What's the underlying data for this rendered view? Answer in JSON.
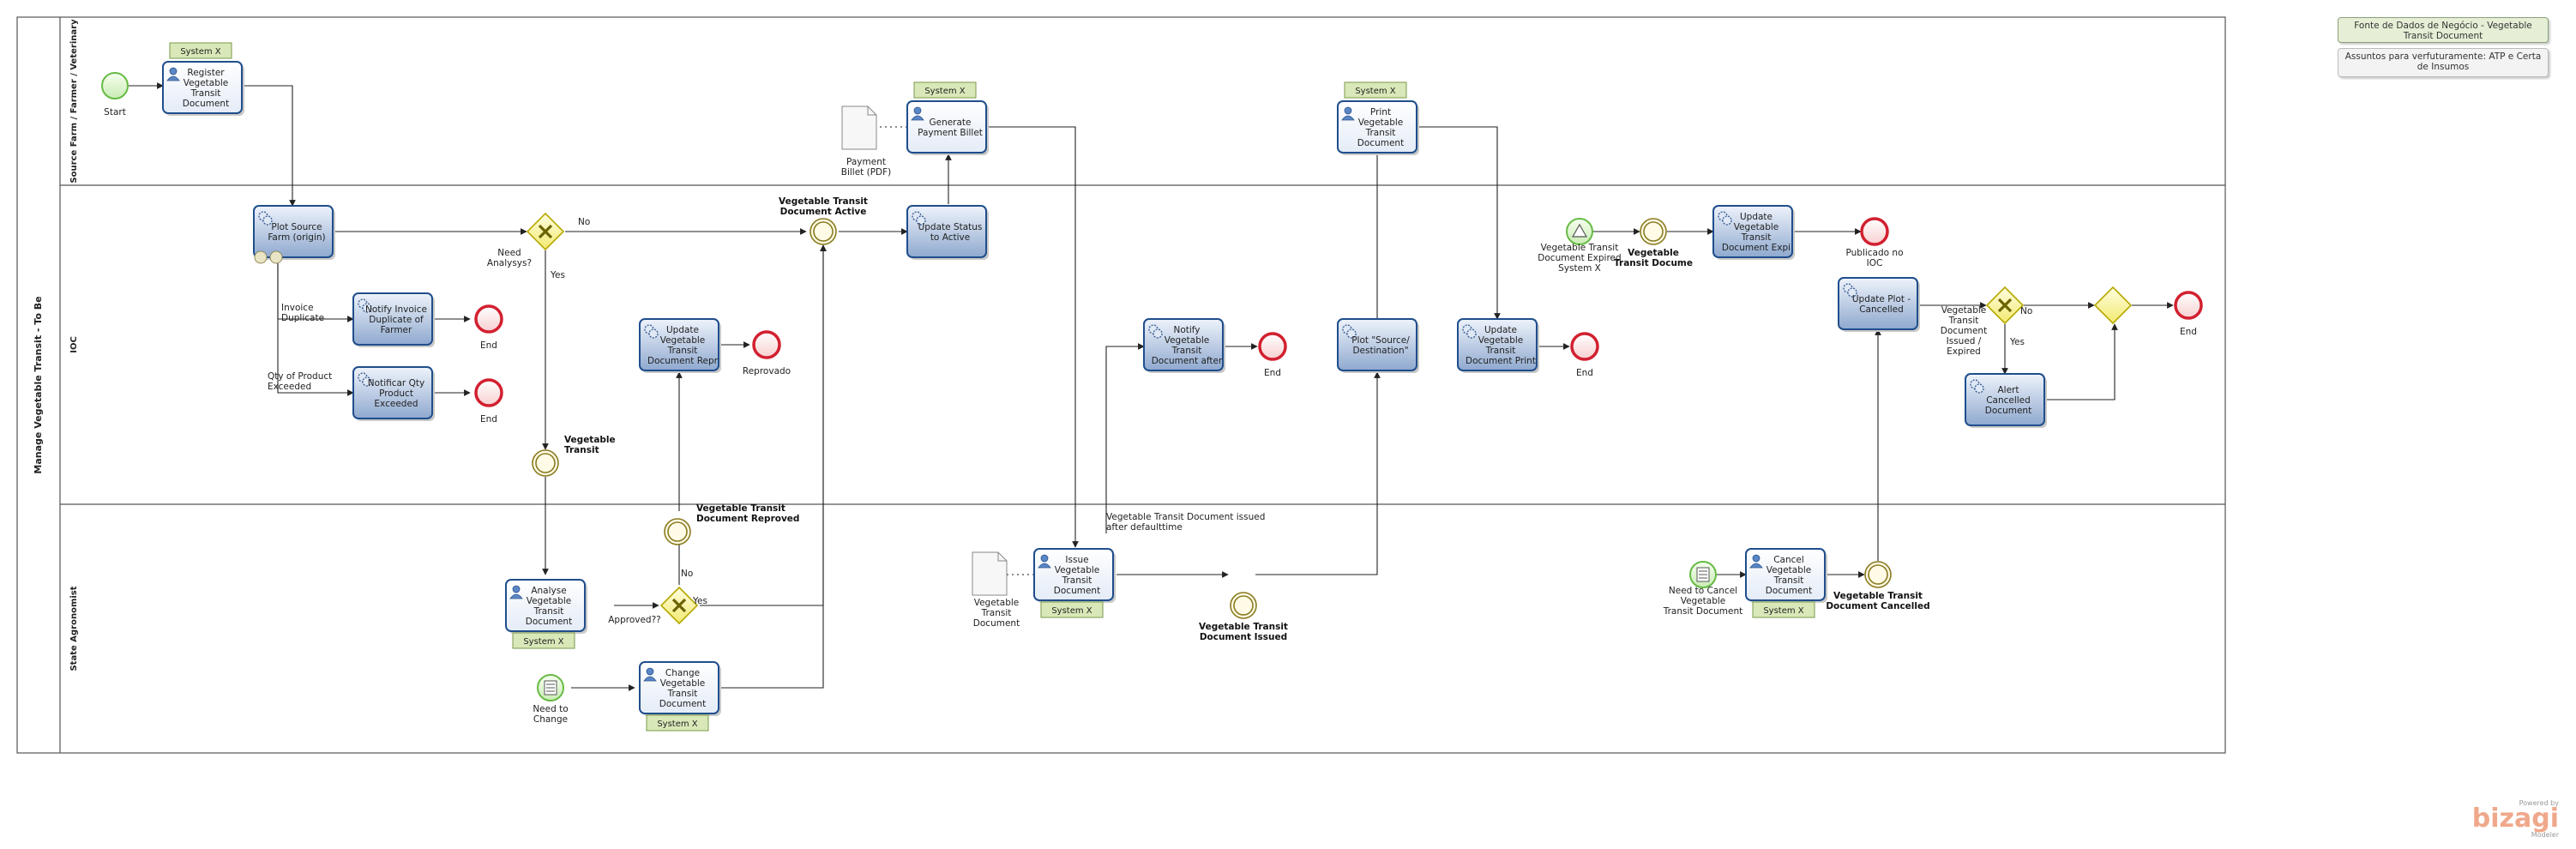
{
  "pool": {
    "title": "Manage Vegetable Transit - To Be"
  },
  "lanes": {
    "source": "Source Farm / Farmer / Veterinary",
    "ioc": "IOC",
    "agronomist": "State Agronomist"
  },
  "system_label": "System X",
  "tasks": {
    "register": "Register Vegetable Transit Document",
    "plot_source": "Plot Source Farm (origin)",
    "notify_invoice": "Notify Invoice Duplicate of Farmer",
    "notify_qty": "Notificar Qty Product Exceeded",
    "update_reprov": "Update Vegetable Transit Document Repr",
    "generate_billet": "Generate Payment Billet",
    "update_status": "Update Status to Active",
    "notify_after": "Notify Vegetable Transit Document after",
    "print_doc": "Print Vegetable Transit Document",
    "plot_dest": "Plot \"Source/ Destination\"",
    "update_print": "Update Vegetable Transit Document Print",
    "update_expi": "Update Vegetable Transit Document Expi",
    "update_plot_cancelled": "Update Plot - Cancelled",
    "alert_cancelled": "Alert Cancelled Document",
    "analyse": "Analyse Vegetable Transit Document",
    "change": "Change Vegetable Transit Document",
    "issue": "Issue Vegetable Transit Document",
    "cancel": "Cancel Vegetable Transit Document"
  },
  "events": {
    "start": "Start",
    "end": "End",
    "reprovedo": "Reprovado",
    "need_change": "Need to Change",
    "vt_active": "Vegetable Transit Document Active",
    "vt_reproved": "Vegetable Transit Document Reproved",
    "vt_short": "Vegetable Transit",
    "vt_issued": "Vegetable Transit Document Issued",
    "vt_expired_signal": "Vegetable Transit Document Expired System X",
    "vt_docume": "Vegetable Transit Docume",
    "publicado": "Publicado no IOC",
    "need_cancel": "Need to Cancel Vegetable Transit Document",
    "vt_cancelled": "Vegetable Transit Document Cancelled"
  },
  "gateways": {
    "need_analysis": "Need Analysys?",
    "approved": "Approved??",
    "issued_expired": "Vegetable Transit Document Issued / Expired"
  },
  "flow_labels": {
    "no": "No",
    "yes": "Yes",
    "invoice_dup": "Invoice Duplicate",
    "qty_exceeded": "Qty of Product Exceeded",
    "issued_after": "Vegetable Transit Document issued after defaulttime"
  },
  "artifacts": {
    "payment_billet": "Payment Billet (PDF)",
    "vt_document": "Vegetable Transit Document"
  },
  "notes": {
    "note1": "Fonte de Dados de Negócio - Vegetable Transit Document",
    "note2": "Assuntos para verfuturamente: ATP e Certa de Insumos"
  },
  "brand": {
    "powered": "Powered by",
    "name": "bizagi",
    "modeler": "Modeler"
  },
  "colors": {
    "task_fill_top": "#eef3fb",
    "task_fill_bottom": "#8fa9cf",
    "task_border": "#1f4e8c",
    "start_green": "#66bb44",
    "end_red": "#d22030",
    "gateway_fill": "#fffbb0",
    "gateway_border": "#b6a800",
    "system_fill": "#d8e8b8"
  }
}
